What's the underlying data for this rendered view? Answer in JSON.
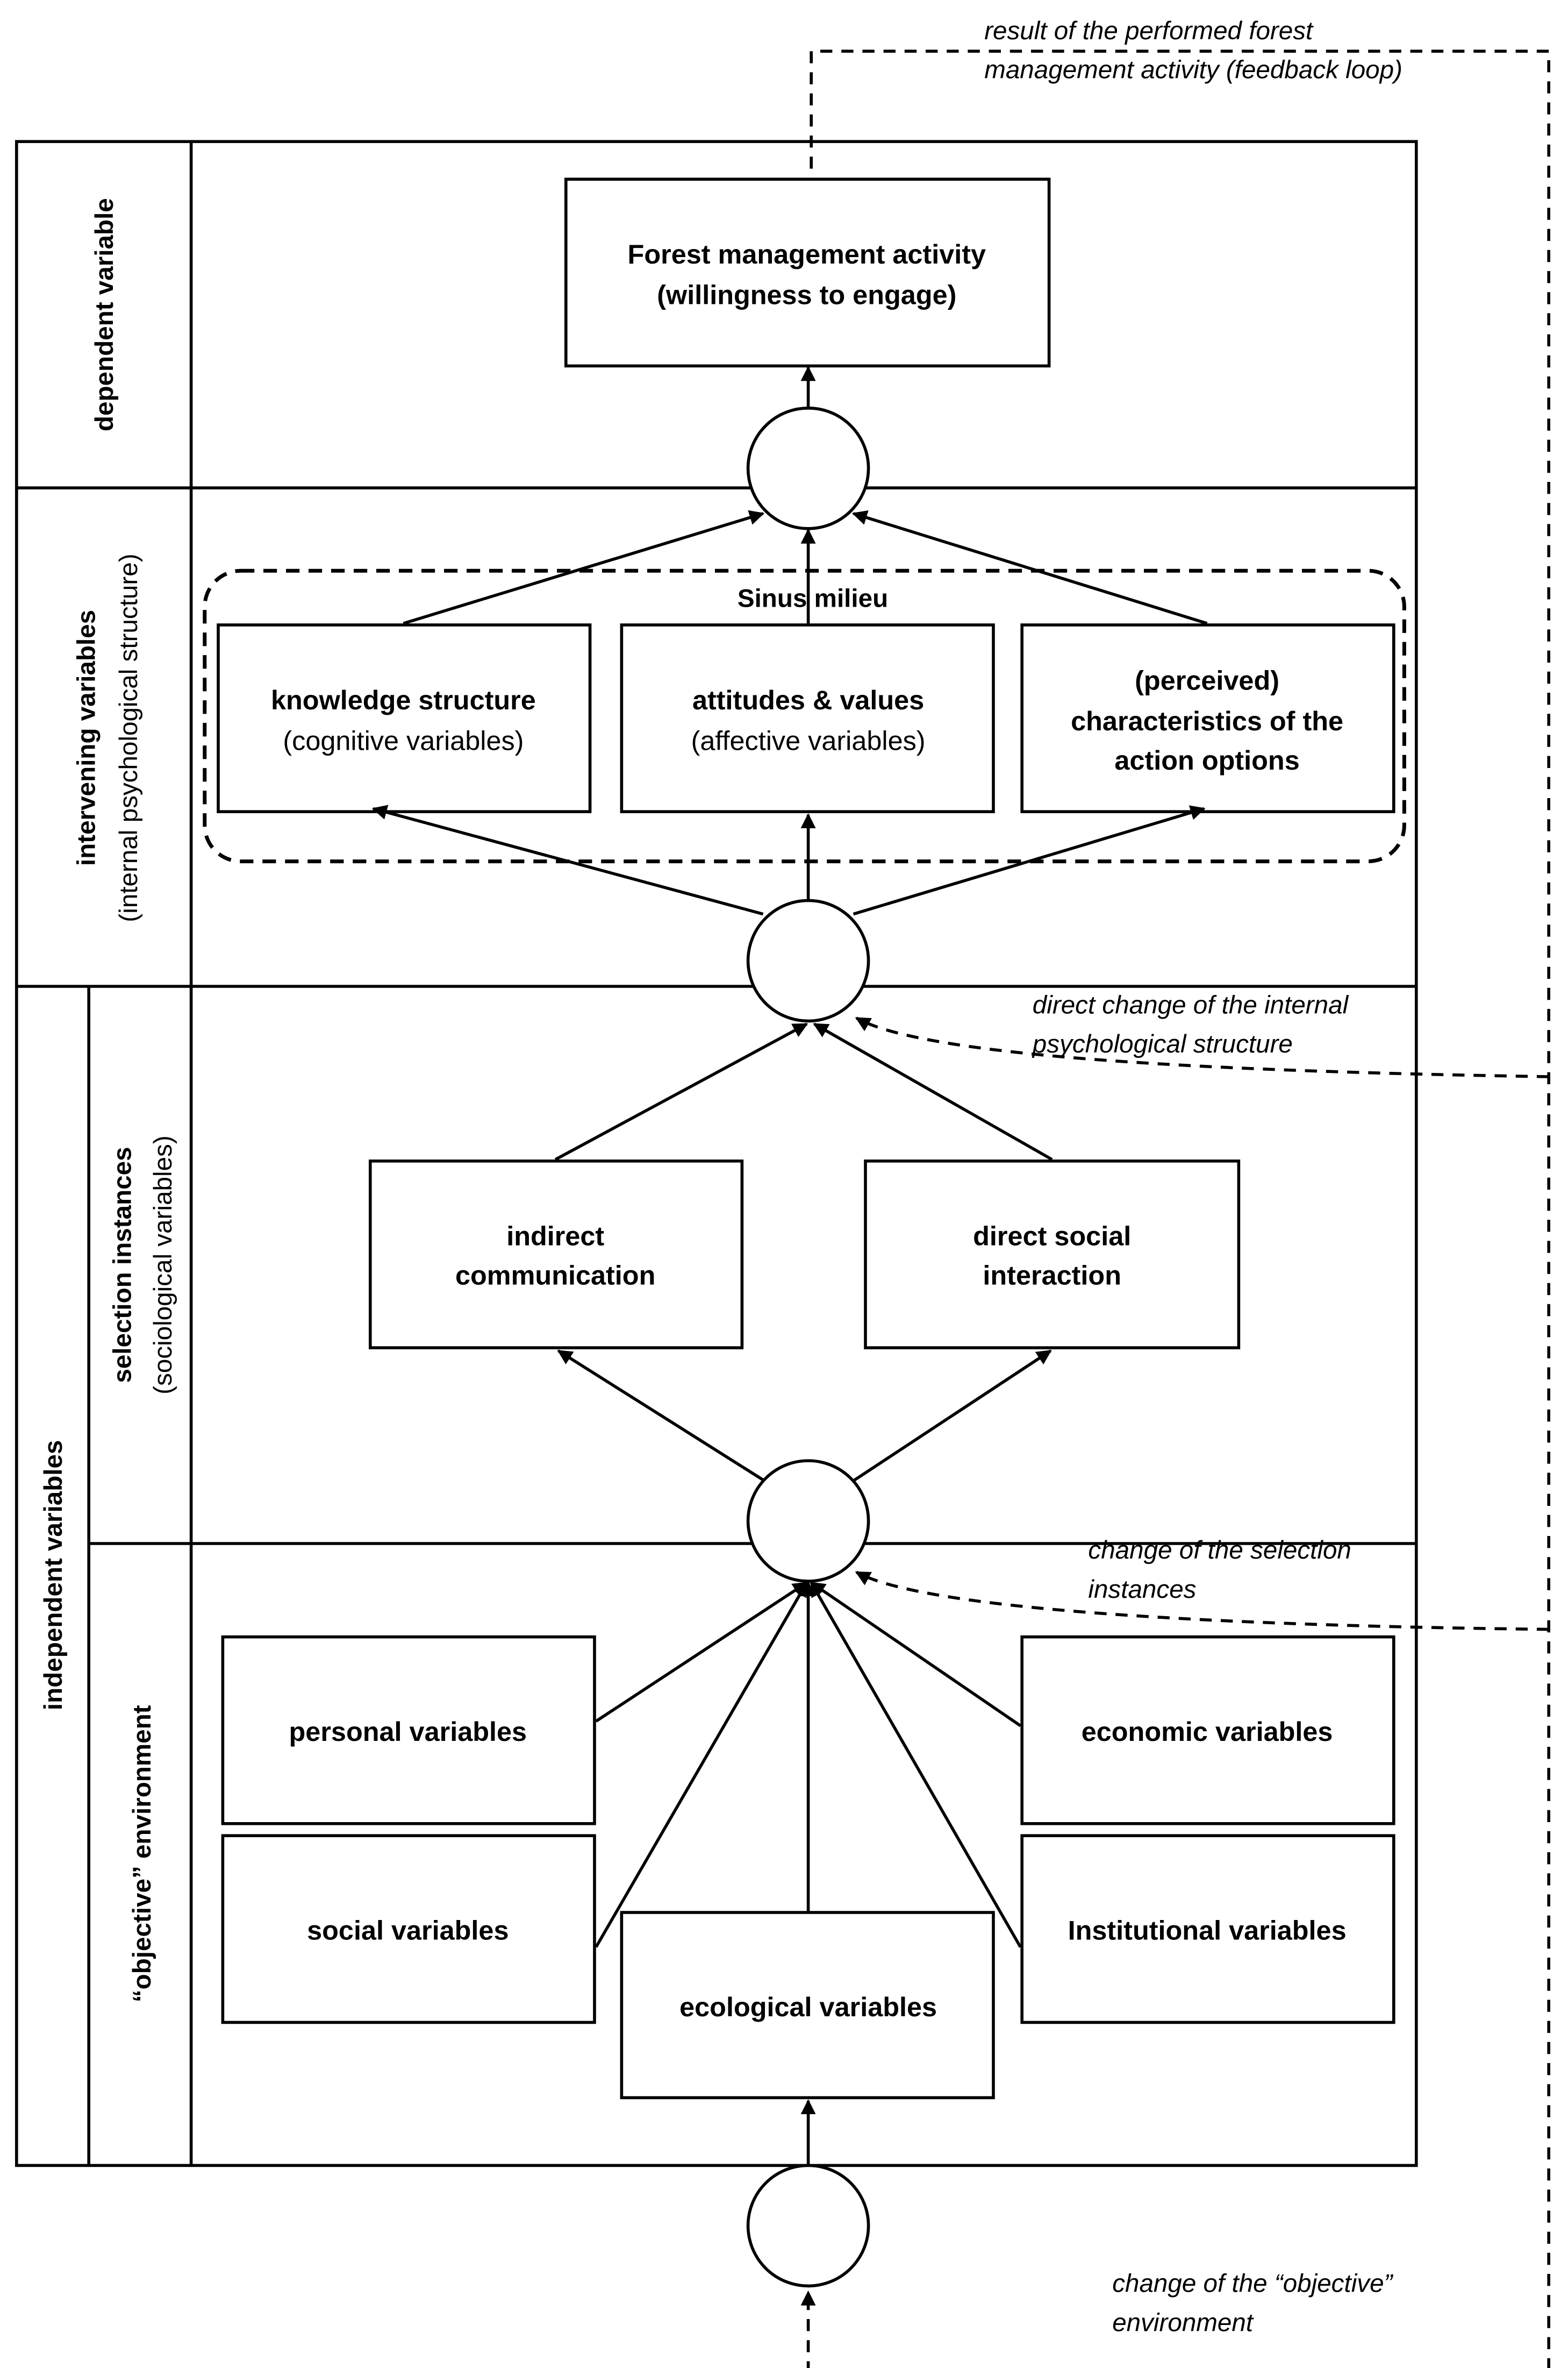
{
  "bands": {
    "dependent": "dependent variable",
    "intervening_line1": "intervening variables",
    "intervening_line2": "(internal psychological structure)",
    "independent": "independent variables",
    "selection_line1": "selection instances",
    "selection_line2": "(sociological variables)",
    "environment": "“objective” environment"
  },
  "boxes": {
    "forest_line1": "Forest management activity",
    "forest_line2": "(willingness to engage)",
    "sinus_milieu": "Sinus milieu",
    "knowledge_line1": "knowledge structure",
    "knowledge_line2": "(cognitive variables)",
    "attitudes_line1": "attitudes & values",
    "attitudes_line2": "(affective variables)",
    "perceived_line1": "(perceived)",
    "perceived_line2": "characteristics of the",
    "perceived_line3": "action options",
    "indirect_line1": "indirect",
    "indirect_line2": "communication",
    "direct_line1": "direct social",
    "direct_line2": "interaction",
    "personal": "personal variables",
    "economic": "economic variables",
    "social": "social variables",
    "institutional": "Institutional variables",
    "ecological": "ecological variables"
  },
  "annotations": {
    "feedback_line1": "result of the performed forest",
    "feedback_line2": "management activity (feedback loop)",
    "internal_line1": "direct change of the internal",
    "internal_line2": "psychological structure",
    "selection_line1": "change of the selection",
    "selection_line2": "instances",
    "objective_line1": "change of the “objective”",
    "objective_line2": "environment"
  }
}
